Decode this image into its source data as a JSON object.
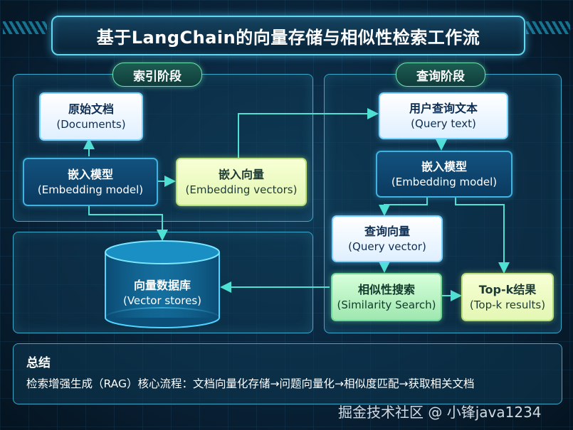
{
  "title": "基于LangChain的向量存储与相似性检索工作流",
  "left_section": {
    "tag": "索引阶段"
  },
  "right_section": {
    "tag": "查询阶段"
  },
  "nodes": {
    "documents": {
      "cn": "原始文档",
      "en": "(Documents)"
    },
    "embed_left": {
      "cn": "嵌入模型",
      "en": "(Embedding model)"
    },
    "embed_vectors": {
      "cn": "嵌入向量",
      "en": "(Embedding vectors)"
    },
    "vector_stores": {
      "cn": "向量数据库",
      "en": "(Vector stores)"
    },
    "query_text": {
      "cn": "用户查询文本",
      "en": "(Query text)"
    },
    "embed_right": {
      "cn": "嵌入模型",
      "en": "(Embedding model)"
    },
    "query_vector": {
      "cn": "查询向量",
      "en": "(Query vector)"
    },
    "similarity": {
      "cn": "相似性搜索",
      "en": "(Similarity Search)"
    },
    "topk": {
      "cn": "Top-k结果",
      "en": "(Top-k results)"
    }
  },
  "summary": {
    "title": "总结",
    "text": "检索增强生成（RAG）核心流程：文档向量化存储→问题向量化→相似度匹配→获取相关文档"
  },
  "watermark": "掘金技术社区 @ 小锋java1234",
  "colors": {
    "accent": "#5fd8f0",
    "arrow": "#4fe0d4",
    "tag_border": "#6fe3b0"
  }
}
